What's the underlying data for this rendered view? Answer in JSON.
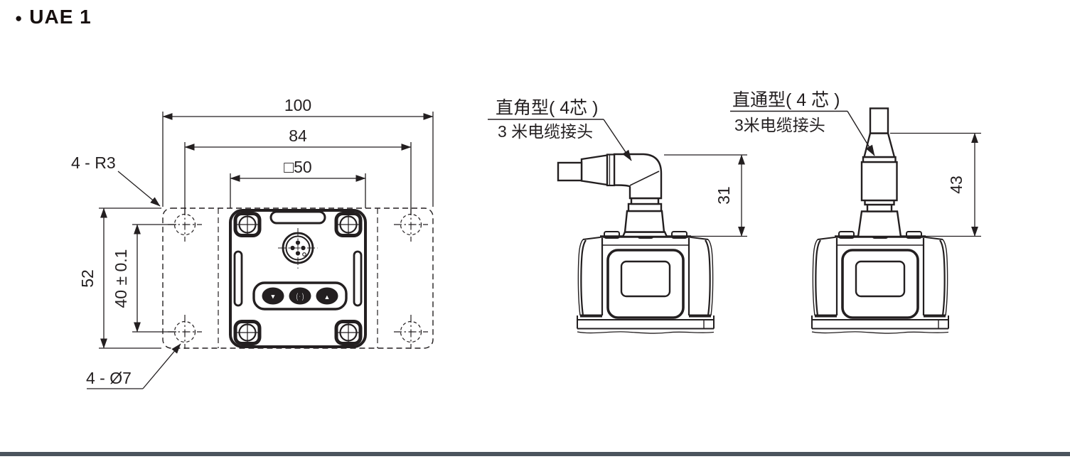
{
  "page": {
    "bullet": "●",
    "title": "UAE 1"
  },
  "front_view": {
    "dims": {
      "outer_width": "100",
      "hole_spacing_x": "84",
      "body_width": "□50",
      "outer_height": "52",
      "hole_spacing_y": "40 ± 0.1"
    },
    "callouts": {
      "corner_radius": "4 - R3",
      "hole_diameter": "4 - Ø7"
    },
    "buttons": {
      "down": "▼",
      "set": "(·)",
      "up": "▲"
    }
  },
  "right_angle_view": {
    "type_label": "直角型( 4芯 )",
    "cable_label": "3 米电缆接头",
    "dim_height": "31"
  },
  "straight_view": {
    "type_label": "直通型( 4 芯 )",
    "cable_label": "3米电缆接头",
    "dim_height": "43"
  },
  "colors": {
    "line": "#231f20",
    "divider": "#4b545d",
    "background": "#ffffff"
  }
}
